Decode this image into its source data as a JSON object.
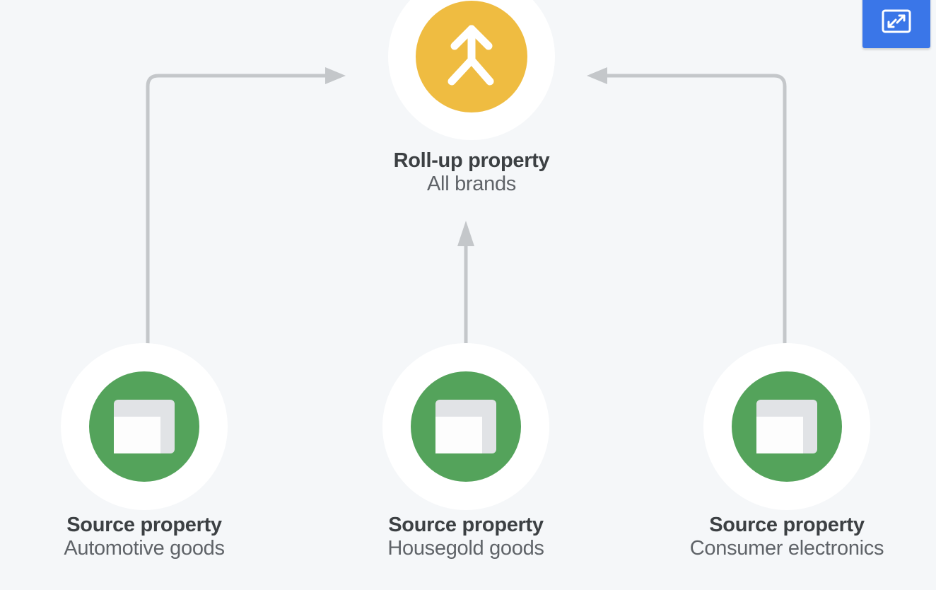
{
  "background_color": "#f5f7f9",
  "toolbar": {
    "fullscreen_button": {
      "icon": "fullscreen-expand-icon",
      "label": "",
      "color": "#3a76e8"
    }
  },
  "diagram": {
    "type": "roll-up-property-hierarchy",
    "connector_color": "#c4c7ca",
    "rollup": {
      "icon": "merge-arrow-icon",
      "icon_circle_color": "#efbc41",
      "title": "Roll-up property",
      "subtitle": "All brands"
    },
    "sources": [
      {
        "icon": "web-page-icon",
        "icon_circle_color": "#54a35b",
        "title": "Source property",
        "subtitle": "Automotive goods",
        "connector": "elbow-left-to-up"
      },
      {
        "icon": "web-page-icon",
        "icon_circle_color": "#54a35b",
        "title": "Source property",
        "subtitle": "Housegold goods",
        "connector": "straight-up"
      },
      {
        "icon": "web-page-icon",
        "icon_circle_color": "#54a35b",
        "title": "Source property",
        "subtitle": "Consumer electronics",
        "connector": "elbow-right-to-up"
      }
    ]
  }
}
